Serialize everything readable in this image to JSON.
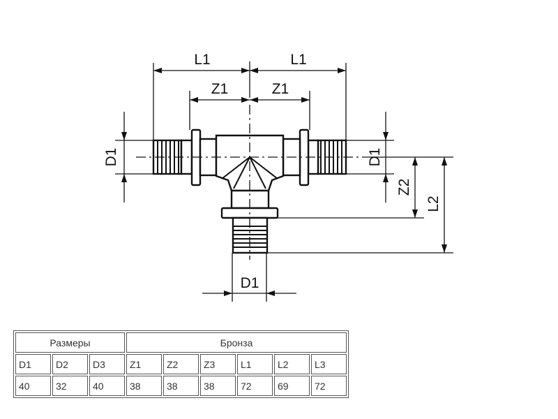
{
  "drawing": {
    "labels": {
      "l1_left": "L1",
      "l1_right": "L1",
      "z1_left": "Z1",
      "z1_right": "Z1",
      "d1_left": "D1",
      "d1_right": "D1",
      "d1_bottom": "D1",
      "z2": "Z2",
      "l2": "L2"
    }
  },
  "table": {
    "group_headers": [
      "Размеры",
      "Бронза"
    ],
    "columns": [
      "D1",
      "D2",
      "D3",
      "Z1",
      "Z2",
      "Z3",
      "L1",
      "L2",
      "L3"
    ],
    "rows": [
      [
        "40",
        "32",
        "40",
        "38",
        "38",
        "38",
        "72",
        "69",
        "72"
      ]
    ]
  }
}
